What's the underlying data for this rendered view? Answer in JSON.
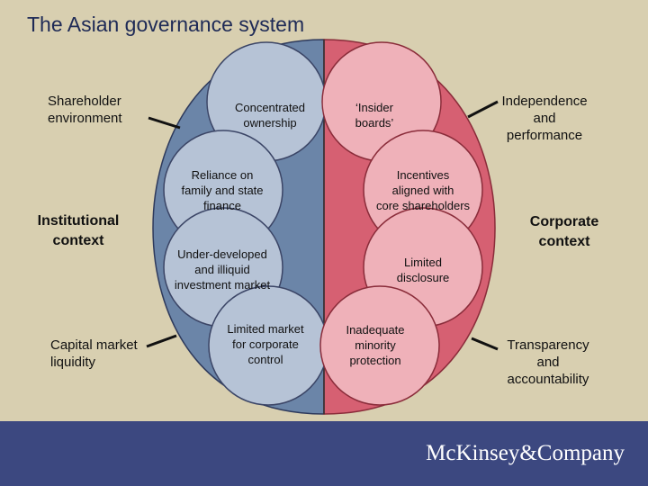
{
  "title": "The Asian governance system",
  "colors": {
    "background": "#d8cfb0",
    "left_half": "#6b85a8",
    "right_half": "#d66072",
    "left_circle": "#b6c3d6",
    "right_circle": "#efb1b9",
    "footer": "#3c4880"
  },
  "left_labels": {
    "shareholder_environment": "Shareholder\nenvironment",
    "institutional_context": "Institutional\ncontext",
    "capital_market_liquidity": "Capital market\nliquidity"
  },
  "right_labels": {
    "independence_performance": "Independence\nand\nperformance",
    "corporate_context": "Corporate\ncontext",
    "transparency_accountability": "Transparency\nand\naccountability"
  },
  "left_circles": [
    "Concentrated\nownership",
    "Reliance on\nfamily and state\nfinance",
    "Under-developed\nand illiquid\ninvestment market",
    "Limited market\nfor corporate\ncontrol"
  ],
  "right_circles": [
    "‘Insider\nboards’",
    "Incentives\naligned with\ncore shareholders",
    "Limited\ndisclosure",
    "Inadequate\nminority\nprotection"
  ],
  "footer": {
    "logo": "McKinsey&Company"
  }
}
